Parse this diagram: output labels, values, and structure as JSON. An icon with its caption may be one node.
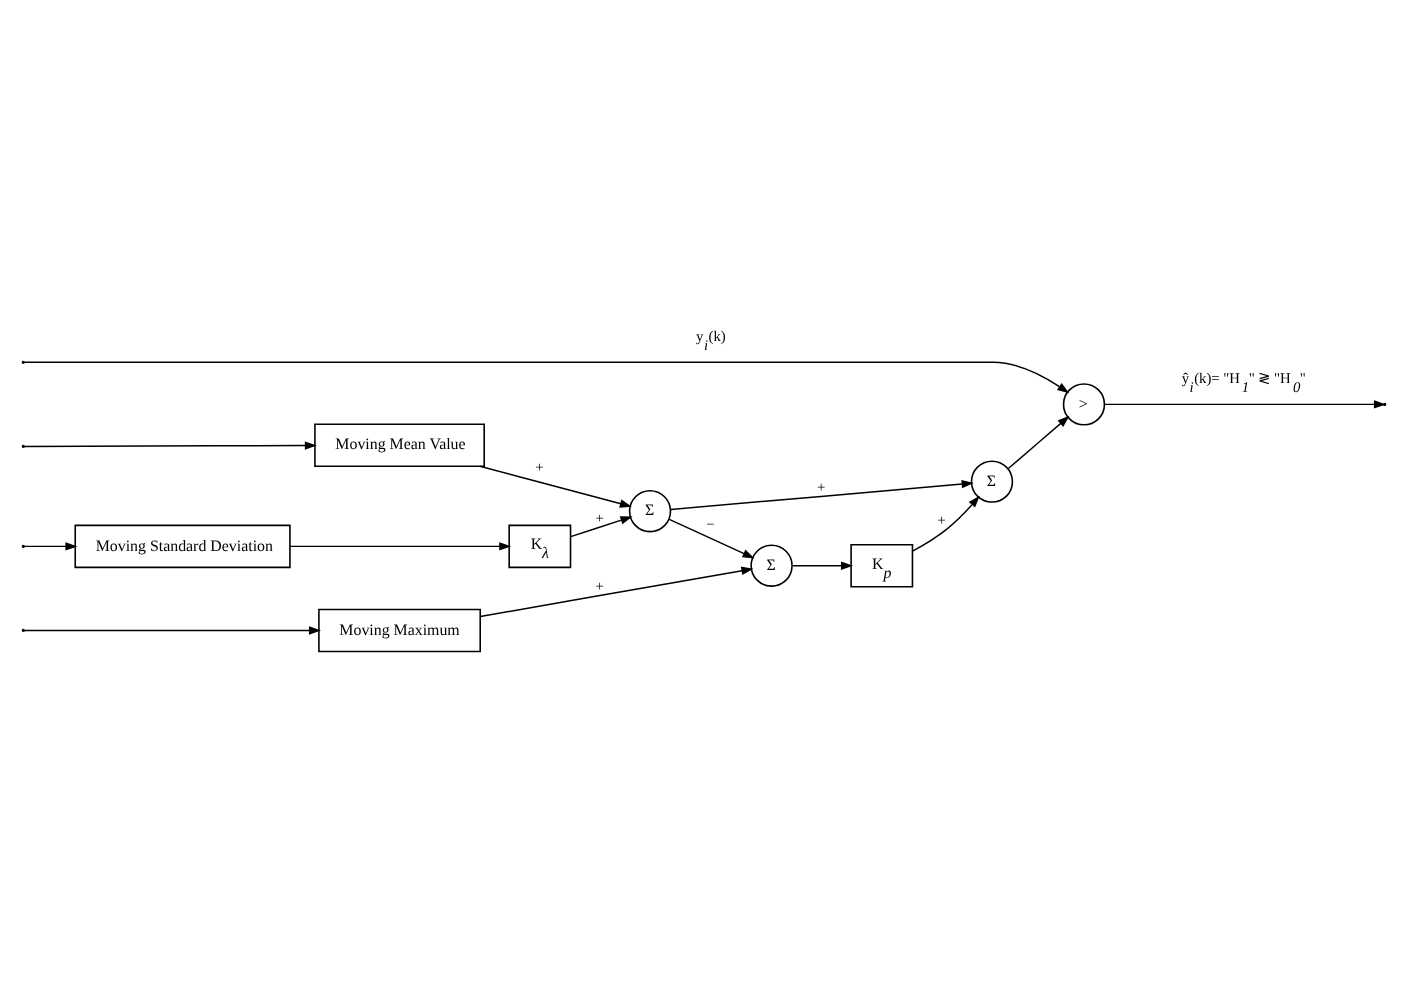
{
  "diagram": {
    "nodes": [
      {
        "text": [
          "Moving Maximum"
        ]
      },
      {
        "text": [
          "Moving Standard Deviation"
        ]
      },
      {
        "text": [
          "Moving Mean Value"
        ]
      },
      {
        "text": [
          "K$_{λ}$"
        ]
      },
      {
        "text": [
          "Σ"
        ]
      },
      {
        "text": [
          "K$_{p}$"
        ]
      },
      {
        "text": [
          "Σ"
        ]
      },
      {
        "text": [
          "Σ"
        ]
      },
      {
        "text": [
          ">"
        ]
      }
    ],
    "edges": [
      {
        "from": null,
        "to": 8,
        "arrow": "to",
        "label": "y$_{i}$(k)"
      },
      {
        "from": null,
        "to": 0,
        "arrow": "to"
      },
      {
        "from": null,
        "to": 1,
        "arrow": "to"
      },
      {
        "from": null,
        "to": 2,
        "arrow": "to"
      },
      {
        "from": 0,
        "to": 4,
        "arrow": "to",
        "label": "+"
      },
      {
        "from": 1,
        "to": 3,
        "arrow": "to"
      },
      {
        "from": 3,
        "to": 6,
        "arrow": "to",
        "label": "+"
      },
      {
        "from": 2,
        "to": 6,
        "arrow": "to",
        "label": "+"
      },
      {
        "from": 6,
        "to": 4,
        "arrow": "to",
        "label": "−"
      },
      {
        "from": 4,
        "to": 5,
        "arrow": "to"
      },
      {
        "from": 5,
        "to": 7,
        "arrow": "to",
        "label": "+"
      },
      {
        "from": 6,
        "to": 7,
        "arrow": "to",
        "label": "+"
      },
      {
        "from": 7,
        "to": 8,
        "arrow": "to"
      },
      {
        "from": 8,
        "to": null,
        "arrow": "to",
        "label": "ŷ$_{i}$(k)= \"H$_{1}$\" ≷ \"H$_{0}$\""
      }
    ]
  }
}
